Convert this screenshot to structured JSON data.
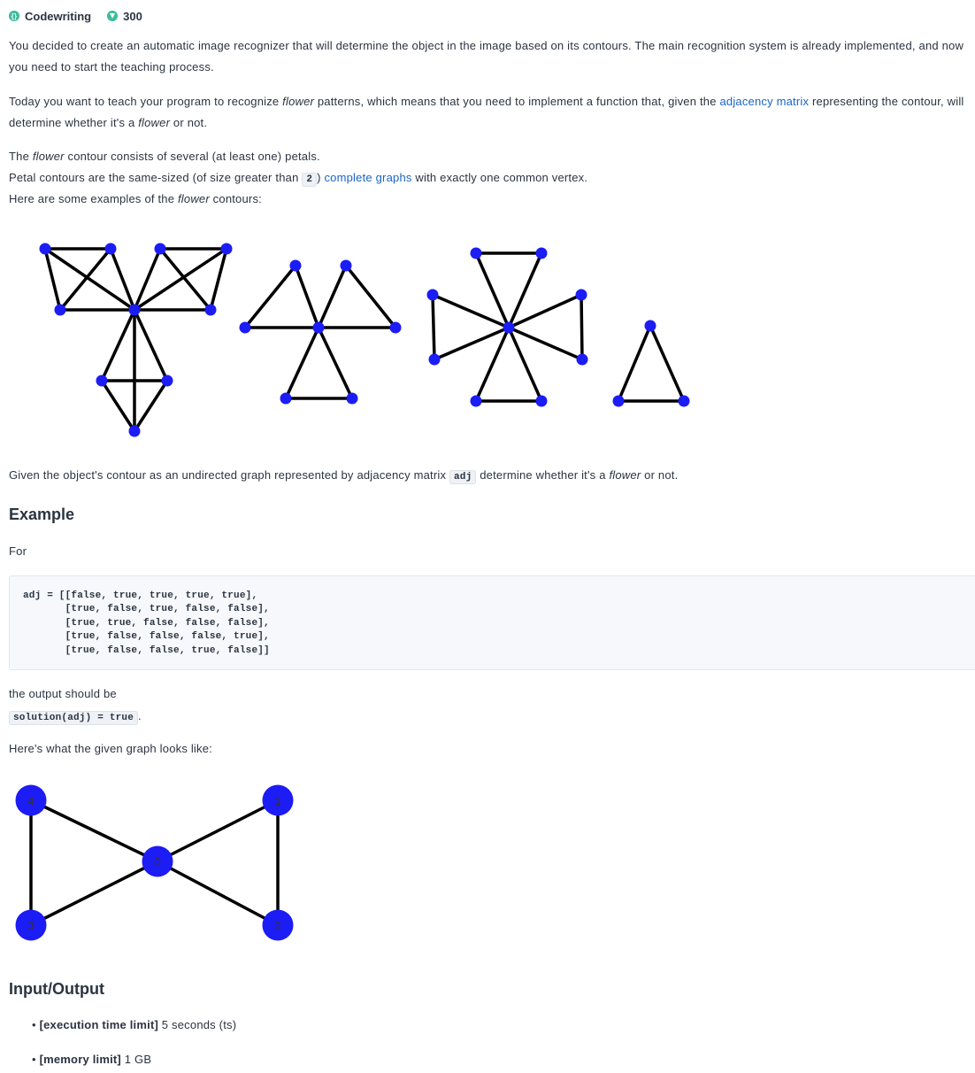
{
  "header": {
    "brand": "Codewriting",
    "score": "300"
  },
  "intro": {
    "p1": "You decided to create an automatic image recognizer that will determine the object in the image based on its contours. The main recognition system is already implemented, and now you need to start the teaching process.",
    "p2_a": "Today you want to teach your program to recognize ",
    "p2_em": "flower",
    "p2_b": " patterns, which means that you need to implement a function that, given the ",
    "p2_link": "adjacency matrix",
    "p2_c": " representing the contour, will determine whether it's a ",
    "p2_em2": "flower",
    "p2_d": " or not.",
    "l1_a": "The ",
    "l1_em": "flower",
    "l1_b": " contour consists of several (at least one) petals.",
    "l2_a": "Petal contours are the same-sized (of size greater than ",
    "l2_code": "2",
    "l2_b": ") ",
    "l2_link": "complete graphs",
    "l2_c": " with exactly one common vertex.",
    "l3_a": "Here are some examples of the ",
    "l3_em": "flower",
    "l3_b": " contours:",
    "given_a": "Given the object's contour as an undirected graph represented by adjacency matrix ",
    "given_code": "adj",
    "given_b": " determine whether it's a ",
    "given_em": "flower",
    "given_c": " or not."
  },
  "example": {
    "heading": "Example",
    "for_label": "For",
    "code": "adj = [[false, true, true, true, true],\n       [true, false, true, false, false],\n       [true, true, false, false, false],\n       [true, false, false, false, true],\n       [true, false, false, true, false]]",
    "output_label": "the output should be",
    "output_code": "solution(adj) = true",
    "output_period": ".",
    "graph_label": "Here's what the given graph looks like:",
    "node_labels": [
      "0",
      "1",
      "2",
      "3",
      "4"
    ]
  },
  "io": {
    "heading": "Input/Output",
    "items": [
      {
        "label": "[execution time limit]",
        "value": " 5 seconds (ts)"
      },
      {
        "label": "[memory limit]",
        "value": " 1 GB"
      }
    ]
  },
  "colors": {
    "node": "#1c1cf5",
    "link": "#1a64c8",
    "accent": "#3dbb9a"
  }
}
